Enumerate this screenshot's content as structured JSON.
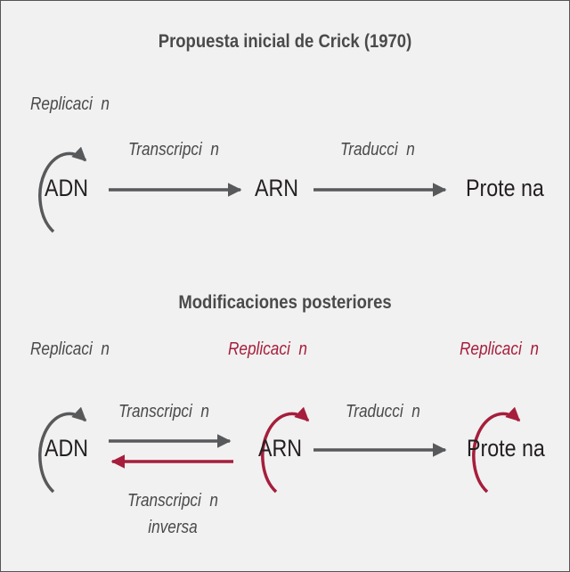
{
  "colors": {
    "gray": "#58595b",
    "red": "#a61e3c",
    "text": "#231f20",
    "background": "#f1f1f1"
  },
  "top": {
    "title": "Propuesta inicial de Crick (1970)",
    "replication_label": "Replicaci  n",
    "transcription_label": "Transcripci  n",
    "translation_label": "Traducci  n",
    "dna": "ADN",
    "rna": "ARN",
    "protein": "Prote na"
  },
  "bottom": {
    "title": "Modificaciones posteriores",
    "dna_replication_label": "Replicaci  n",
    "rna_replication_label": "Replicaci  n",
    "protein_replication_label": "Replicaci  n",
    "transcription_label": "Transcripci  n",
    "translation_label": "Traducci  n",
    "reverse_transcription_line1": "Transcripci  n",
    "reverse_transcription_line2": "inversa",
    "dna": "ADN",
    "rna": "ARN",
    "protein": "Prote na"
  }
}
